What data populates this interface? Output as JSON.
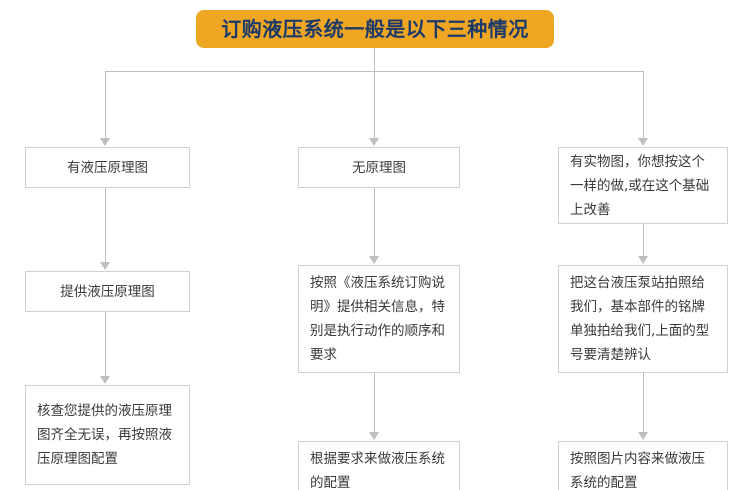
{
  "banner": {
    "title": "订购液压系统一般是以下三种情况"
  },
  "branches": [
    {
      "id": "branch-diagram-available",
      "step1": "有液压原理图",
      "step2": "提供液压原理图",
      "step3": "核查您提供的液压原理图齐全无误，再按照液压原理图配置"
    },
    {
      "id": "branch-no-diagram",
      "step1": "无原理图",
      "step2": "按照《液压系统订购说明》提供相关信息，特别是执行动作的顺序和要求",
      "step3": "根据要求来做液压系统的配置"
    },
    {
      "id": "branch-photo-available",
      "step1": "有实物图，你想按这个一样的做,或在这个基础上改善",
      "step2": "把这台液压泵站拍照给我们，基本部件的铭牌单独拍给我们,上面的型号要清楚辨认",
      "step3": "按照图片内容来做液压系统的配置"
    }
  ],
  "colors": {
    "banner_background": "#EFA622",
    "banner_text": "#1B3A6B",
    "node_border": "#D0D0D0",
    "node_text": "#3A3A3A",
    "connector": "#BFBFBF"
  }
}
